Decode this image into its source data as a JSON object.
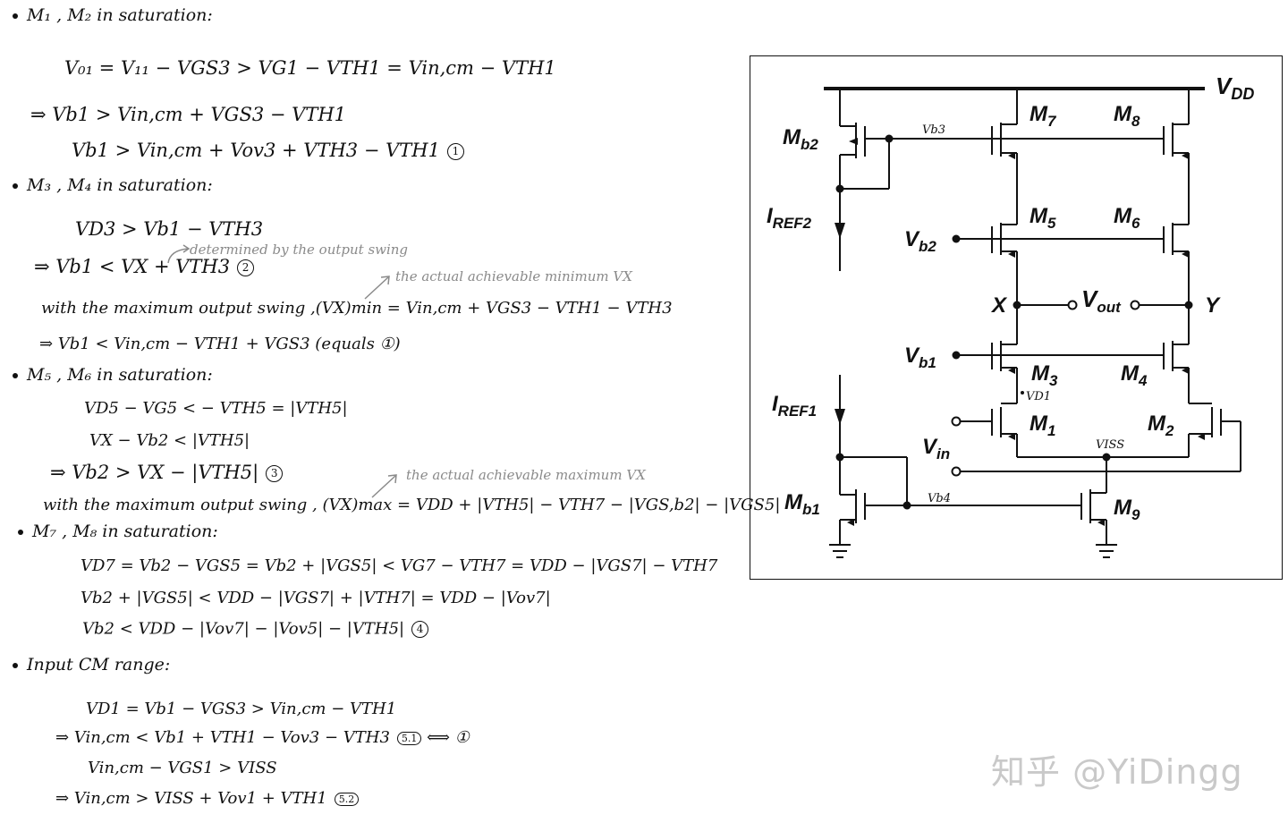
{
  "notes": {
    "s1": {
      "header": "M₁ , M₂  in saturation:",
      "l1": "V₀₁ = V₁₁ − VGS3  > VG1 − VTH1 = Vin,cm − VTH1",
      "l2": "⇒ Vb1 > Vin,cm + VGS3 − VTH1",
      "l3": "Vb1 > Vin,cm + Vov3 + VTH3 − VTH1",
      "c3": "1"
    },
    "s2": {
      "header": "M₃ , M₄  in saturation:",
      "l1": "VD3 > Vb1 − VTH3",
      "l2": "⇒ Vb1 < VX + VTH3",
      "c2": "2",
      "note1": "determined by  the  output  swing",
      "note2": "the actual achievable minimum VX",
      "l3": "with the maximum output swing ,(VX)min = Vin,cm + VGS3 − VTH1 − VTH3",
      "l4": "⇒  Vb1 < Vin,cm − VTH1 + VGS3   (equals ①)"
    },
    "s3": {
      "header": "M₅ , M₆  in saturation:",
      "l1": "VD5 − VG5 < − VTH5  =  |VTH5|",
      "l2": "VX − Vb2 < |VTH5|",
      "l3": "⇒ Vb2 > VX − |VTH5|",
      "c3": "3",
      "note": "the actual achievable maximum VX",
      "l4": "with the maximum output swing , (VX)max = VDD + |VTH5| − VTH7 − |VGS,b2| − |VGS5|"
    },
    "s4": {
      "header": "M₇ , M₈  in saturation:",
      "l1": "VD7 = Vb2 − VGS5 = Vb2 + |VGS5| < VG7 − VTH7 = VDD − |VGS7| − VTH7",
      "l2": "Vb2 + |VGS5| < VDD − |VGS7| + |VTH7| = VDD − |Vov7|",
      "l3": "Vb2 < VDD − |Vov7| − |Vov5| − |VTH5|",
      "c3": "4"
    },
    "s5": {
      "header": "Input  CM  range:",
      "l1": "VD1 = Vb1 − VGS3 > Vin,cm − VTH1",
      "l2": "⇒ Vin,cm < Vb1 + VTH1 − Vov3 − VTH3",
      "p2": "5.1",
      "eq2": "⟺ ①",
      "l3": "Vin,cm − VGS1 > VISS",
      "l4": "⇒ Vin,cm > VISS + Vov1 + VTH1",
      "p4": "5.2"
    }
  },
  "circuit": {
    "vdd": "V",
    "vdd_sub": "DD",
    "m7": "M",
    "m7_sub": "7",
    "m8": "M",
    "m8_sub": "8",
    "mb2": "M",
    "mb2_sub": "b2",
    "m5": "M",
    "m5_sub": "5",
    "m6": "M",
    "m6_sub": "6",
    "iref2": "I",
    "iref2_sub": "REF2",
    "vb2": "V",
    "vb2_sub": "b2",
    "x": "X",
    "y": "Y",
    "vout": "V",
    "vout_sub": "out",
    "vb1": "V",
    "vb1_sub": "b1",
    "m3": "M",
    "m3_sub": "3",
    "m4": "M",
    "m4_sub": "4",
    "iref1": "I",
    "iref1_sub": "REF1",
    "m1": "M",
    "m1_sub": "1",
    "m2": "M",
    "m2_sub": "2",
    "vin": "V",
    "vin_sub": "in",
    "mb1": "M",
    "mb1_sub": "b1",
    "m9": "M",
    "m9_sub": "9",
    "vb3_hw": "Vb3",
    "vb4_hw": "Vb4",
    "vd1_hw": "VD1",
    "viss_hw": "VISS"
  },
  "watermark": "知乎 @YiDingg"
}
